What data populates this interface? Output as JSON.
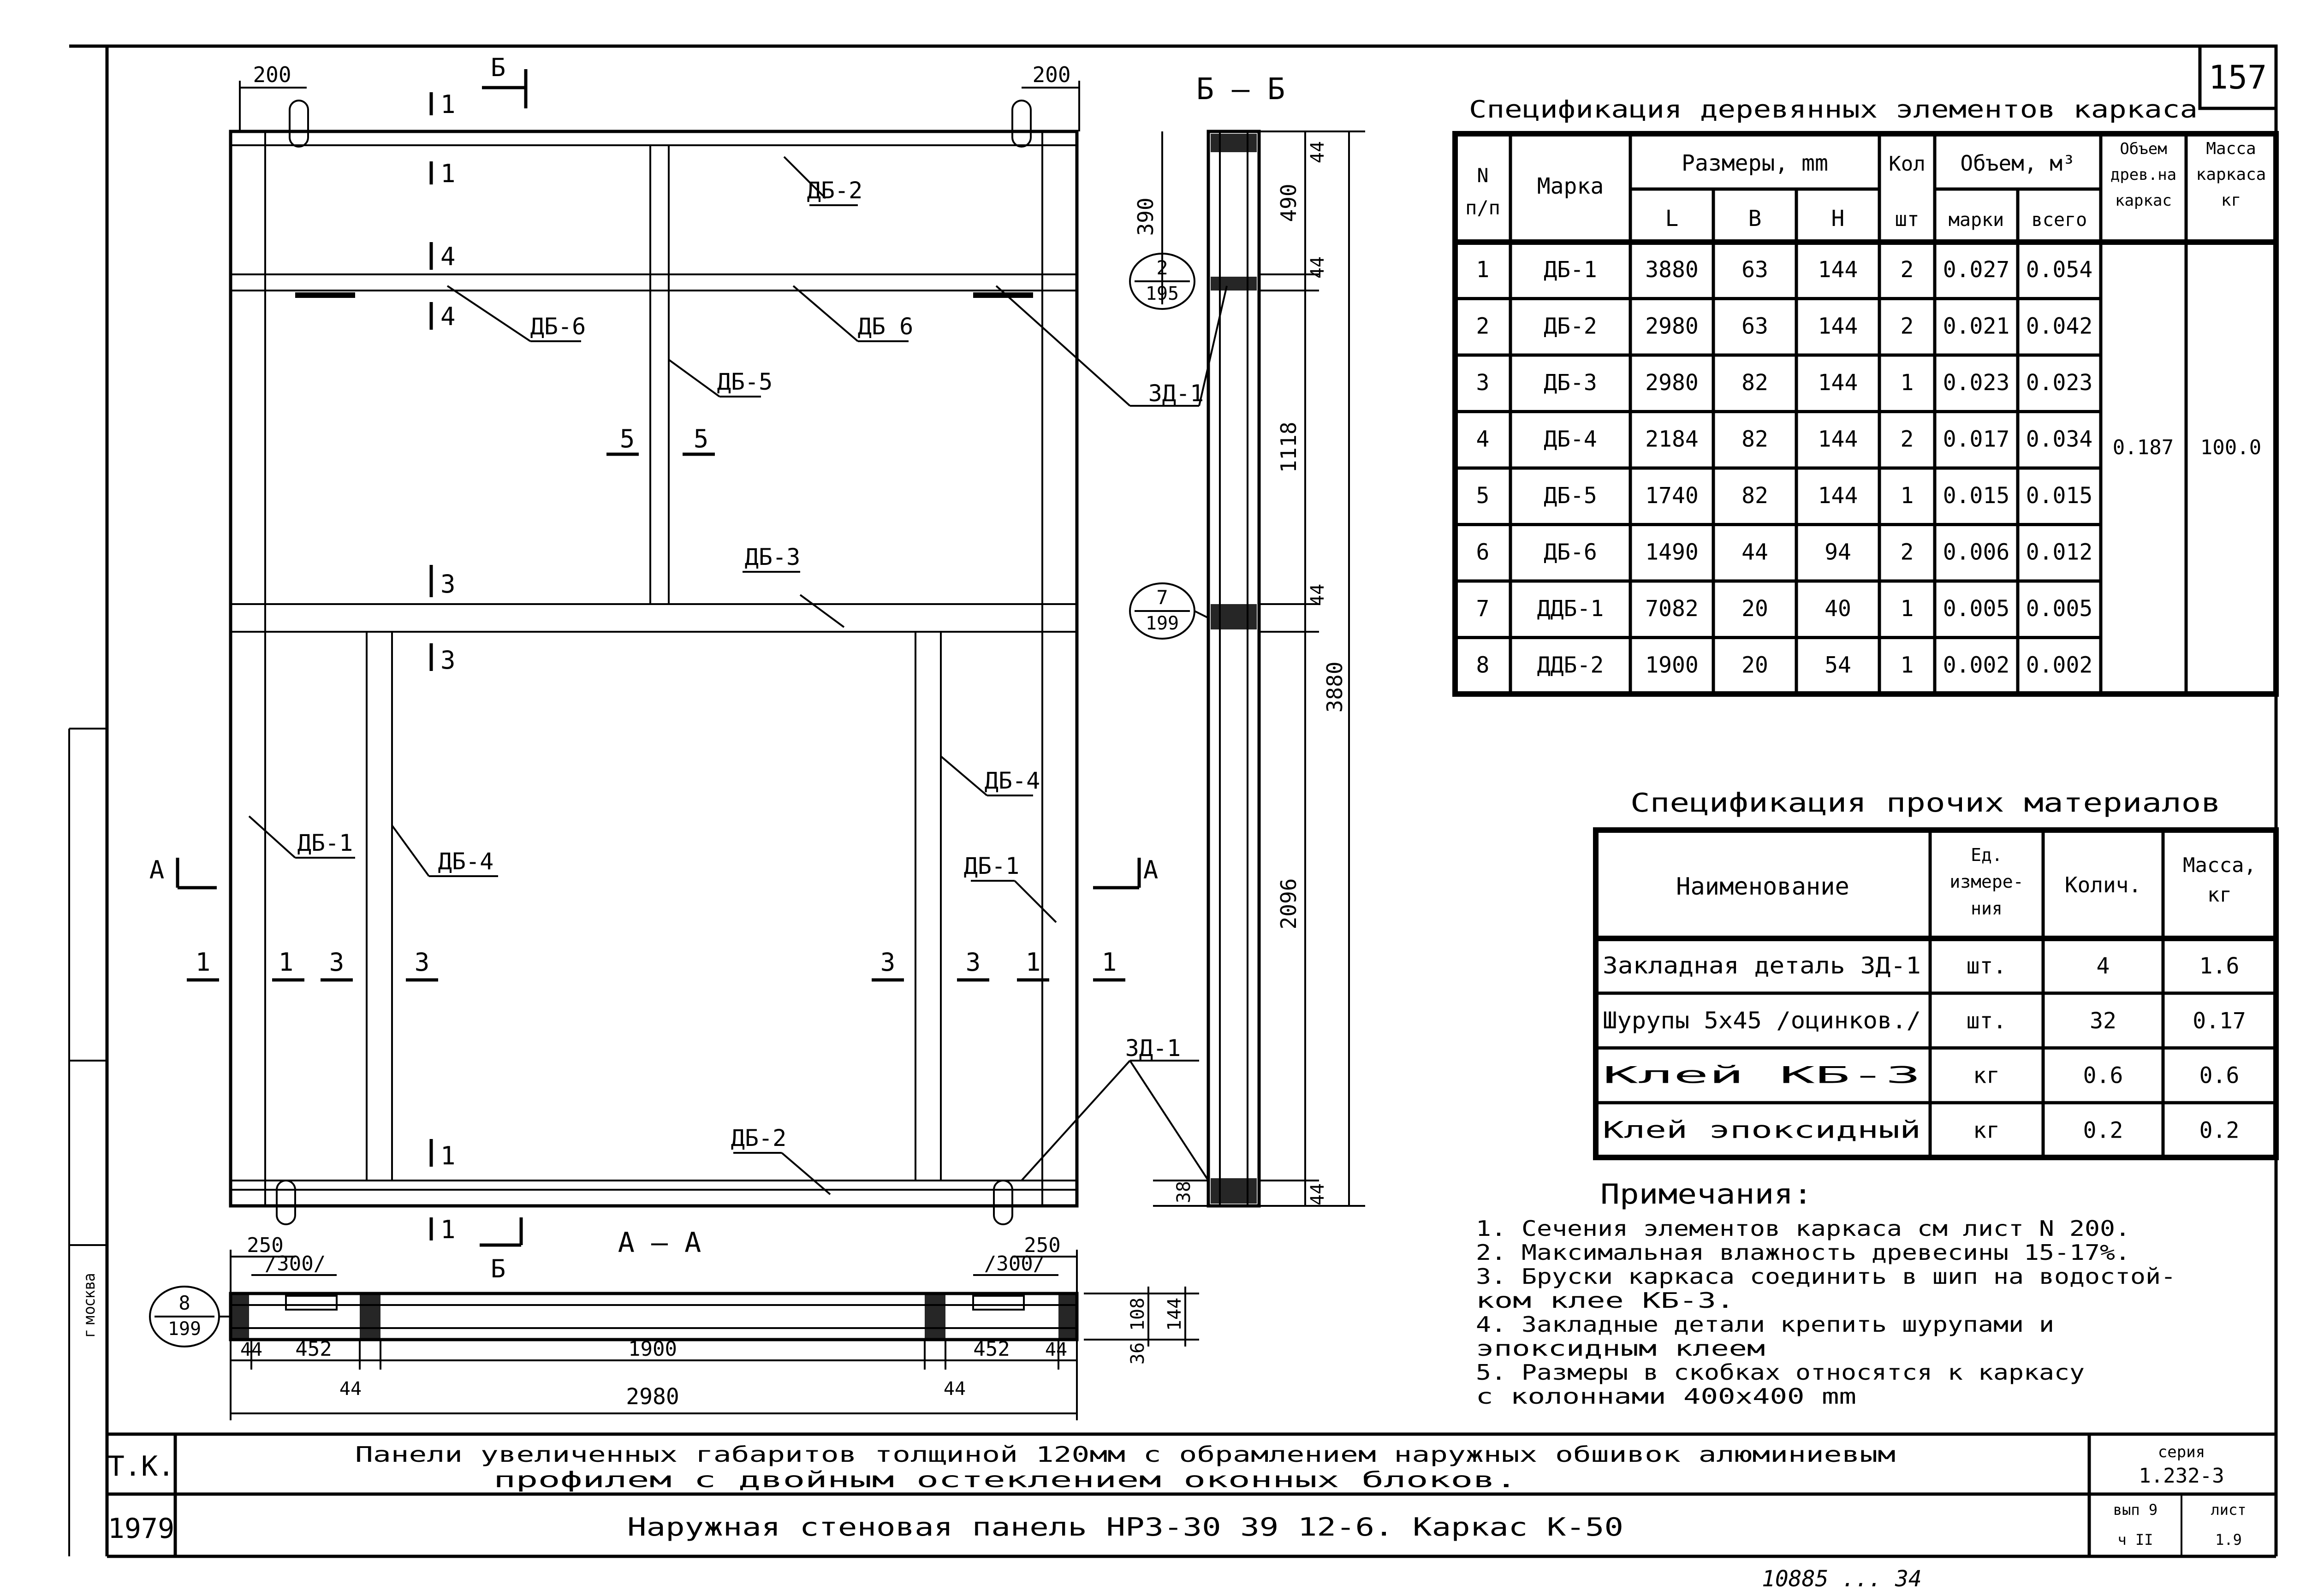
{
  "page_number": "157",
  "drawing": {
    "section_label": "Б – Б",
    "view_label": "А – А",
    "cut_b": "Б",
    "cut_a": "А",
    "dims_top": [
      "200",
      "200"
    ],
    "dims_bottom": [
      "250",
      "250"
    ],
    "dims_bottom_bracket": [
      "/300/",
      "/300/"
    ],
    "section_dims": [
      "490",
      "44",
      "1118",
      "44",
      "2096",
      "44",
      "38",
      "390",
      "3880"
    ],
    "plan_dims": [
      "44",
      "452",
      "1900",
      "452",
      "44",
      "44",
      "44",
      "2980",
      "108",
      "144",
      "36"
    ],
    "callouts": [
      {
        "top": "2",
        "bottom": "195"
      },
      {
        "top": "7",
        "bottom": "199"
      },
      {
        "top": "8",
        "bottom": "199"
      }
    ],
    "labels": [
      "ДБ-2",
      "ДБ-6",
      "ДБ 6",
      "ДБ-5",
      "ДБ-3",
      "ДБ-4",
      "ДБ-1",
      "ДБ-4",
      "ДБ-1",
      "ДБ-4",
      "ДБ-2",
      "ЗД-1",
      "ЗД-1"
    ],
    "marks": [
      "1",
      "1",
      "4",
      "4",
      "5",
      "5",
      "3",
      "3",
      "1",
      "1",
      "3",
      "3",
      "3",
      "3",
      "1",
      "1",
      "1",
      "1"
    ]
  },
  "wood_spec": {
    "title": "Спецификация деревянных элементов каркаса",
    "headers": {
      "n": "N п/п",
      "mark": "Марка",
      "sizes": "Размеры, mm",
      "l": "L",
      "b": "В",
      "h": "Н",
      "qty": "Кол",
      "qty_unit": "шт",
      "volume": "Объем, м³",
      "vol_mark": "марки",
      "vol_total": "всего",
      "vol_wood": "Объем древ.на каркас",
      "mass": "Масса каркаса кг"
    },
    "rows": [
      {
        "n": "1",
        "mark": "ДБ-1",
        "l": "3880",
        "b": "63",
        "h": "144",
        "qty": "2",
        "vm": "0.027",
        "vt": "0.054"
      },
      {
        "n": "2",
        "mark": "ДБ-2",
        "l": "2980",
        "b": "63",
        "h": "144",
        "qty": "2",
        "vm": "0.021",
        "vt": "0.042"
      },
      {
        "n": "3",
        "mark": "ДБ-3",
        "l": "2980",
        "b": "82",
        "h": "144",
        "qty": "1",
        "vm": "0.023",
        "vt": "0.023"
      },
      {
        "n": "4",
        "mark": "ДБ-4",
        "l": "2184",
        "b": "82",
        "h": "144",
        "qty": "2",
        "vm": "0.017",
        "vt": "0.034"
      },
      {
        "n": "5",
        "mark": "ДБ-5",
        "l": "1740",
        "b": "82",
        "h": "144",
        "qty": "1",
        "vm": "0.015",
        "vt": "0.015"
      },
      {
        "n": "6",
        "mark": "ДБ-6",
        "l": "1490",
        "b": "44",
        "h": "94",
        "qty": "2",
        "vm": "0.006",
        "vt": "0.012"
      },
      {
        "n": "7",
        "mark": "ДДБ-1",
        "l": "7082",
        "b": "20",
        "h": "40",
        "qty": "1",
        "vm": "0.005",
        "vt": "0.005"
      },
      {
        "n": "8",
        "mark": "ДДБ-2",
        "l": "1900",
        "b": "20",
        "h": "54",
        "qty": "1",
        "vm": "0.002",
        "vt": "0.002"
      }
    ],
    "total_volume": "0.187",
    "total_mass": "100.0"
  },
  "other_spec": {
    "title": "Спецификация прочих материалов",
    "headers": {
      "name": "Наименование",
      "unit": "Ед. измере- ния",
      "qty": "Колич.",
      "mass": "Масса, кг"
    },
    "rows": [
      {
        "name": "Закладная деталь ЗД-1",
        "unit": "шт.",
        "qty": "4",
        "mass": "1.6"
      },
      {
        "name": "Шурупы 5х45 /оцинков./",
        "unit": "шт.",
        "qty": "32",
        "mass": "0.17"
      },
      {
        "name": "Клей КБ-3",
        "unit": "кг",
        "qty": "0.6",
        "mass": "0.6"
      },
      {
        "name": "Клей эпоксидный",
        "unit": "кг",
        "qty": "0.2",
        "mass": "0.2"
      }
    ]
  },
  "notes": {
    "title": "Примечания:",
    "lines": [
      "1. Сечения элементов каркаса см лист N 200.",
      "2. Максимальная влажность древесины 15-17%.",
      "3. Бруски каркаса соединить в шип на водостой-",
      "   ком клее КБ-3.",
      "4. Закладные детали крепить шурупами и",
      "   эпоксидным клеем",
      "5. Размеры в скобках относятся к каркасу",
      "   с колоннами 400х400 mm"
    ]
  },
  "title_block": {
    "org": "Т.К.",
    "year": "1979",
    "title_line1": "Панели увеличенных габаритов толщиной 120мм с обрамлением наружных обшивок алюминиевым",
    "title_line2": "профилем с двойным остеклением оконных блоков.",
    "subtitle": "Наружная стеновая панель НРЗ-30 39 12-6. Каркас К-50",
    "series_label": "серия",
    "series": "1.232-3",
    "issue_label": "вып 9",
    "part_label": "ч II",
    "sheet_label": "лист",
    "sheet_no": "1.9"
  },
  "side_stamp": "г москва",
  "footer_number": "10885 ... 34"
}
